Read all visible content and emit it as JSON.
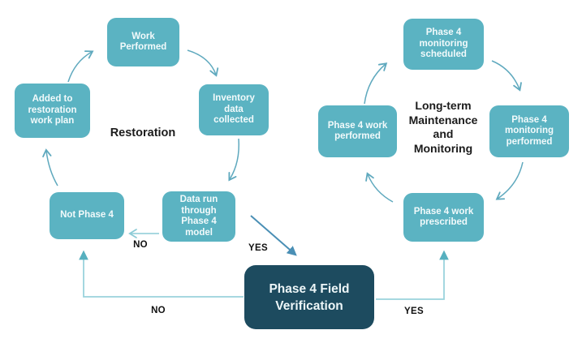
{
  "diagram": {
    "colors": {
      "node_fill": "#5BB3C2",
      "node_text": "#F2FAFB",
      "dark_node_fill": "#1D4B5F",
      "dark_node_text": "#EDF6F8",
      "curved_arrow": "#5FA9BE",
      "elbow_arrow": "#9AD3DC",
      "elbow_arrowhead": "#56B0BF",
      "diagonal_arrow": "#4A8FB5",
      "label_text": "#1B1B1B"
    },
    "left_cycle": {
      "title": "Restoration",
      "nodes": [
        {
          "id": "work-performed",
          "label": "Work Performed"
        },
        {
          "id": "inventory-data-collected",
          "label": "Inventory data collected"
        },
        {
          "id": "data-run-through-phase-4-model",
          "label": "Data run through Phase 4 model"
        },
        {
          "id": "not-phase-4",
          "label": "Not Phase 4"
        },
        {
          "id": "added-to-restoration-work-plan",
          "label": "Added to restoration work plan"
        }
      ]
    },
    "right_cycle": {
      "title": "Long-term Maintenance and Monitoring",
      "title_lines": [
        "Long-term",
        "Maintenance",
        "and",
        "Monitoring"
      ],
      "nodes": [
        {
          "id": "phase-4-monitoring-scheduled",
          "label": "Phase 4 monitoring scheduled"
        },
        {
          "id": "phase-4-monitoring-performed",
          "label": "Phase 4 monitoring performed"
        },
        {
          "id": "phase-4-work-prescribed",
          "label": "Phase 4 work prescribed"
        },
        {
          "id": "phase-4-work-performed",
          "label": "Phase 4 work performed"
        }
      ]
    },
    "center_node": {
      "id": "phase-4-field-verification",
      "label": "Phase 4 Field Verification"
    },
    "decision_labels": {
      "model_no": "NO",
      "model_yes": "YES",
      "field_no": "NO",
      "field_yes": "YES"
    }
  }
}
